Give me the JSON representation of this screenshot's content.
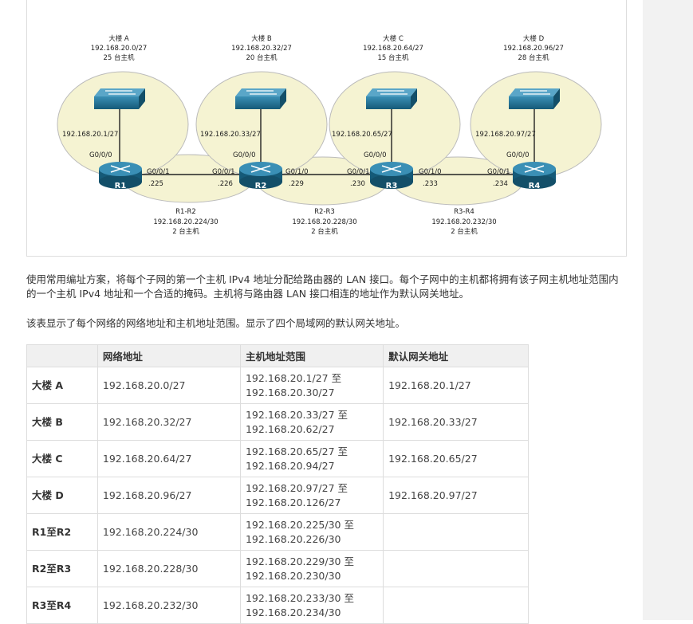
{
  "diagram": {
    "lans": [
      {
        "name": "大楼 A",
        "network": "192.168.20.0/27",
        "hosts": "25 台主机",
        "ip": "192.168.20.1/27",
        "port": "G0/0/0"
      },
      {
        "name": "大楼 B",
        "network": "192.168.20.32/27",
        "hosts": "20 台主机",
        "ip": "192.168.20.33/27",
        "port": "G0/0/0"
      },
      {
        "name": "大楼 C",
        "network": "192.168.20.64/27",
        "hosts": "15 台主机",
        "ip": "192.168.20.65/27",
        "port": "G0/0/0"
      },
      {
        "name": "大楼 D",
        "network": "192.168.20.96/27",
        "hosts": "28 台主机",
        "ip": "192.168.20.97/27",
        "port": "G0/0/0"
      }
    ],
    "routers": [
      "R1",
      "R2",
      "R3",
      "R4"
    ],
    "links": [
      {
        "left_port": "G0/0/1",
        "left_ip": ".225",
        "right_port": "G0/0/1",
        "right_ip": ".226",
        "name": "R1-R2",
        "network": "192.168.20.224/30",
        "hosts": "2 台主机"
      },
      {
        "left_port": "G0/1/0",
        "left_ip": ".229",
        "right_port": "G0/0/1",
        "right_ip": ".230",
        "name": "R2-R3",
        "network": "192.168.20.228/30",
        "hosts": "2 台主机"
      },
      {
        "left_port": "G0/1/0",
        "left_ip": ".233",
        "right_port": "G0/0/1",
        "right_ip": ".234",
        "name": "R3-R4",
        "network": "192.168.20.232/30",
        "hosts": "2 台主机"
      }
    ],
    "colors": {
      "lan_fill": "#f5f3d2",
      "lan_stroke": "#bbbbbb",
      "device": "#1f6f91"
    }
  },
  "text": {
    "para1_line1": "使用常用编址方案，将每个子网的第一个主机 IPv4 地址分配给路由器的 LAN 接口。每个子网中的主机都将拥有该子网主机地址范围内",
    "para1_line2": "的一个主机 IPv4 地址和一个合适的掩码。主机将与路由器 LAN 接口相连的地址作为默认网关地址。",
    "para2": "该表显示了每个网络的网络地址和主机地址范围。显示了四个局域网的默认网关地址。"
  },
  "table": {
    "headers": [
      "",
      "网络地址",
      "主机地址范围",
      "默认网关地址"
    ],
    "rows": [
      {
        "name": "大楼 A",
        "network": "192.168.20.0/27",
        "range1": "192.168.20.1/27 至",
        "range2": "192.168.20.30/27",
        "gateway": "192.168.20.1/27"
      },
      {
        "name": "大楼 B",
        "network": "192.168.20.32/27",
        "range1": "192.168.20.33/27 至",
        "range2": "192.168.20.62/27",
        "gateway": "192.168.20.33/27"
      },
      {
        "name": "大楼 C",
        "network": "192.168.20.64/27",
        "range1": "192.168.20.65/27 至",
        "range2": "192.168.20.94/27",
        "gateway": "192.168.20.65/27"
      },
      {
        "name": "大楼 D",
        "network": "192.168.20.96/27",
        "range1": "192.168.20.97/27 至",
        "range2": "192.168.20.126/27",
        "gateway": "192.168.20.97/27"
      },
      {
        "name": "R1至R2",
        "network": "192.168.20.224/30",
        "range1": "192.168.20.225/30 至",
        "range2": "192.168.20.226/30",
        "gateway": ""
      },
      {
        "name": "R2至R3",
        "network": "192.168.20.228/30",
        "range1": "192.168.20.229/30 至",
        "range2": "192.168.20.230/30",
        "gateway": ""
      },
      {
        "name": "R3至R4",
        "network": "192.168.20.232/30",
        "range1": "192.168.20.233/30 至",
        "range2": "192.168.20.234/30",
        "gateway": ""
      }
    ]
  }
}
